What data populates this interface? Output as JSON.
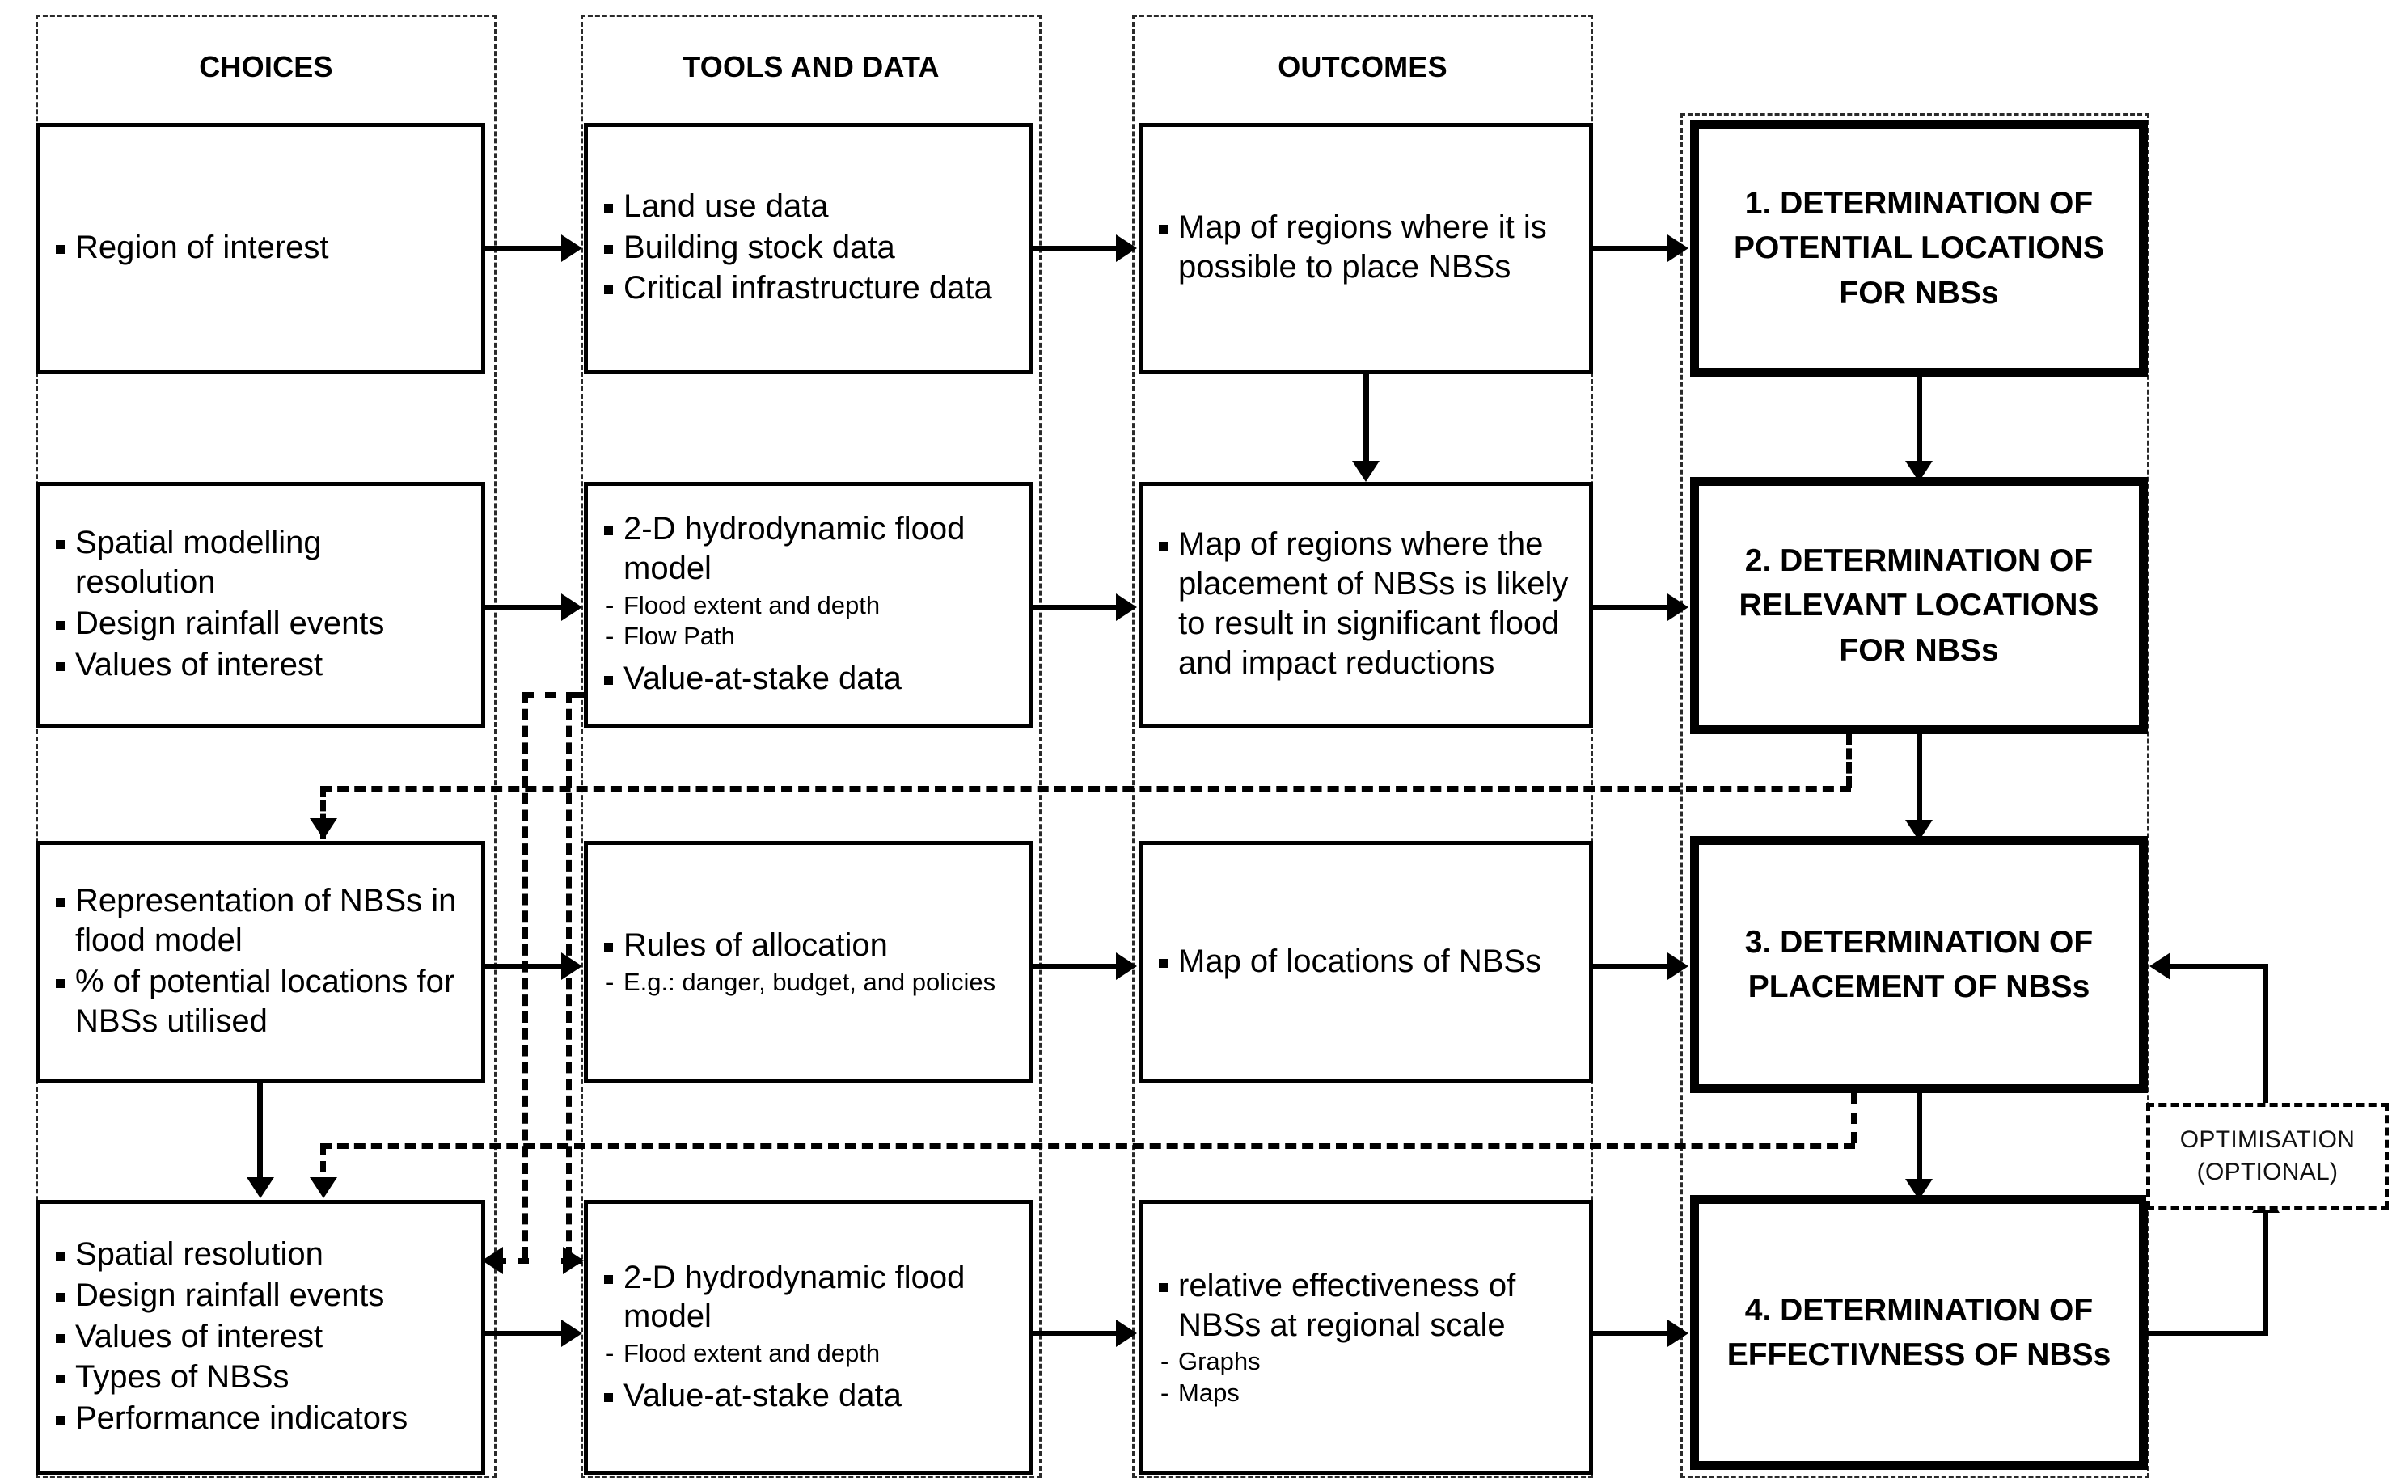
{
  "lanes": [
    {
      "id": "choices",
      "title": "CHOICES"
    },
    {
      "id": "tools",
      "title": "TOOLS AND DATA"
    },
    {
      "id": "outcomes",
      "title": "OUTCOMES"
    },
    {
      "id": "steps",
      "title": ""
    }
  ],
  "rows": [
    {
      "choices": {
        "items": [
          {
            "text": "Region of interest",
            "level": "main"
          }
        ]
      },
      "tools": {
        "items": [
          {
            "text": "Land use data",
            "level": "main"
          },
          {
            "text": "Building stock data",
            "level": "main"
          },
          {
            "text": "Critical infrastructure data",
            "level": "main"
          }
        ]
      },
      "outcomes": {
        "items": [
          {
            "text": "Map of regions where it is possible to place NBSs",
            "level": "main"
          }
        ]
      },
      "step": {
        "title": "1. DETERMINATION OF POTENTIAL LOCATIONS FOR NBSs"
      }
    },
    {
      "choices": {
        "items": [
          {
            "text": "Spatial modelling resolution",
            "level": "main"
          },
          {
            "text": "Design rainfall events",
            "level": "main"
          },
          {
            "text": "Values of interest",
            "level": "main"
          }
        ]
      },
      "tools": {
        "items": [
          {
            "text": "2-D hydrodynamic flood model",
            "level": "main"
          },
          {
            "text": "Flood extent and depth",
            "level": "sub"
          },
          {
            "text": "Flow Path",
            "level": "sub"
          },
          {
            "text": "Value-at-stake data",
            "level": "main"
          }
        ]
      },
      "outcomes": {
        "items": [
          {
            "text": "Map of regions where the placement of NBSs is likely to result in significant flood and impact reductions",
            "level": "main"
          }
        ]
      },
      "step": {
        "title": "2. DETERMINATION OF RELEVANT LOCATIONS FOR NBSs"
      }
    },
    {
      "choices": {
        "items": [
          {
            "text": "Representation of NBSs in flood model",
            "level": "main"
          },
          {
            "text": "% of potential locations for NBSs utilised",
            "level": "main"
          }
        ]
      },
      "tools": {
        "items": [
          {
            "text": "Rules of allocation",
            "level": "main"
          },
          {
            "text": "E.g.: danger, budget, and policies",
            "level": "sub"
          }
        ]
      },
      "outcomes": {
        "items": [
          {
            "text": "Map of locations of NBSs",
            "level": "main"
          }
        ]
      },
      "step": {
        "title": "3. DETERMINATION OF PLACEMENT OF NBSs"
      }
    },
    {
      "choices": {
        "items": [
          {
            "text": "Spatial resolution",
            "level": "main"
          },
          {
            "text": "Design rainfall events",
            "level": "main"
          },
          {
            "text": "Values of interest",
            "level": "main"
          },
          {
            "text": "Types of NBSs",
            "level": "main"
          },
          {
            "text": "Performance indicators",
            "level": "main"
          }
        ]
      },
      "tools": {
        "items": [
          {
            "text": "2-D hydrodynamic flood model",
            "level": "main"
          },
          {
            "text": "Flood extent and depth",
            "level": "sub"
          },
          {
            "text": "Value-at-stake data",
            "level": "main"
          }
        ]
      },
      "outcomes": {
        "items": [
          {
            "text": "relative effectiveness of NBSs at regional scale",
            "level": "main"
          },
          {
            "text": "Graphs",
            "level": "sub"
          },
          {
            "text": "Maps",
            "level": "sub"
          }
        ]
      },
      "step": {
        "title": "4. DETERMINATION OF EFFECTIVNESS OF NBSs"
      }
    }
  ],
  "annotations": {
    "optimisation_line1": "OPTIMISATION",
    "optimisation_line2": "(OPTIONAL)"
  },
  "colors": {
    "line": "#000000",
    "background": "#ffffff",
    "lane_border": "#2a2a2a"
  }
}
